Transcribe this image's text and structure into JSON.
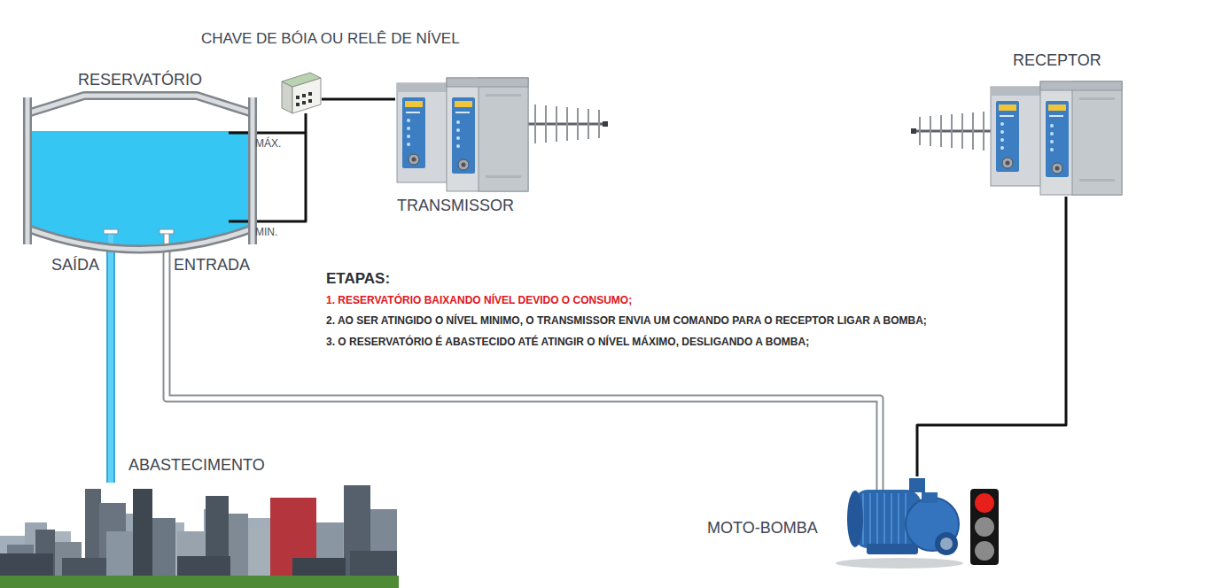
{
  "diagram": {
    "nodes": [
      {
        "text": [
          "RESERVATÓRIO"
        ]
      },
      {
        "text": [
          "CHAVE DE BÓIA OU RELÊ DE NÍVEL"
        ]
      },
      {
        "text": [
          "TRANSMISSOR"
        ]
      },
      {
        "text": [
          "RECEPTOR"
        ]
      },
      {
        "text": [
          "ABASTECIMENTO"
        ]
      },
      {
        "text": [
          "MOTO-BOMBA"
        ]
      }
    ],
    "edges": [
      {
        "from": 0,
        "to": 1,
        "arrow": "none"
      },
      {
        "from": 1,
        "to": 2,
        "arrow": "none"
      },
      {
        "from": 0,
        "to": 4,
        "label": "SAÍDA",
        "arrow": "none"
      },
      {
        "from": 5,
        "to": 0,
        "label": "ENTRADA",
        "arrow": "none"
      },
      {
        "from": 3,
        "to": 5,
        "arrow": "none"
      }
    ],
    "labels": [
      "MÁX.",
      "MIN.",
      "ETAPAS:",
      "1. RESERVATÓRIO BAIXANDO NÍVEL DEVIDO O CONSUMO;",
      "2. AO SER ATINGIDO O NÍVEL MINIMO, O TRANSMISSOR ENVIA UM COMANDO PARA O RECEPTOR LIGAR A BOMBA;",
      "3. O RESERVATÓRIO É ABASTECIDO ATÉ ATINGIR O NÍVEL MÁXIMO, DESLIGANDO A BOMBA;"
    ]
  }
}
